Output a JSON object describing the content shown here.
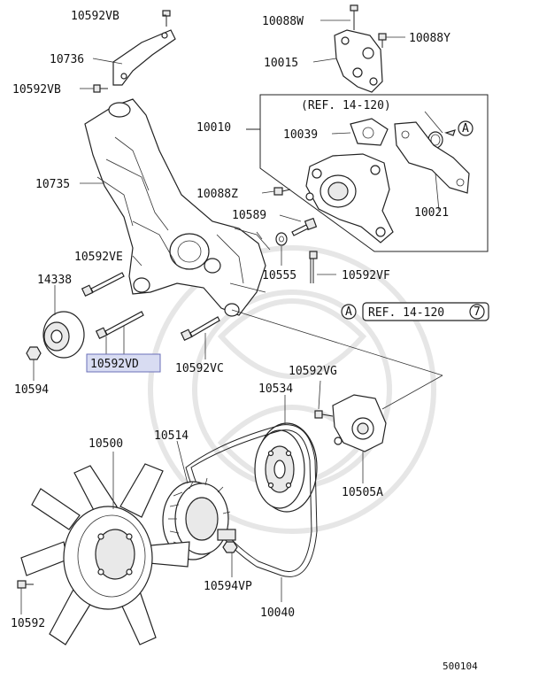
{
  "part_labels": {
    "p10592VB_top": "10592VB",
    "p10736": "10736",
    "p10592VB_mid": "10592VB",
    "p10735": "10735",
    "p10592VE": "10592VE",
    "p14338": "14338",
    "p10592VD": "10592VD",
    "p10594": "10594",
    "p10592VC": "10592VC",
    "p10088W": "10088W",
    "p10088Y": "10088Y",
    "p10015": "10015",
    "p10010": "10010",
    "p10039": "10039",
    "p10021": "10021",
    "p10088Z": "10088Z",
    "p10589": "10589",
    "p10555": "10555",
    "p10592VF": "10592VF",
    "p10592VG": "10592VG",
    "p10534": "10534",
    "p10505A": "10505A",
    "p10500": "10500",
    "p10514": "10514",
    "p10594VP": "10594VP",
    "p10040": "10040",
    "p10592": "10592"
  },
  "references": {
    "ref_inset": "(REF. 14-120)",
    "ref_inset_marker": "A",
    "ref_main_marker": "A",
    "ref_main": "REF. 14-120",
    "ref_main_num": "7"
  },
  "diagram_number": "500104",
  "highlight": {
    "selected_part": "10592VD",
    "color": "#d8dcf2"
  }
}
